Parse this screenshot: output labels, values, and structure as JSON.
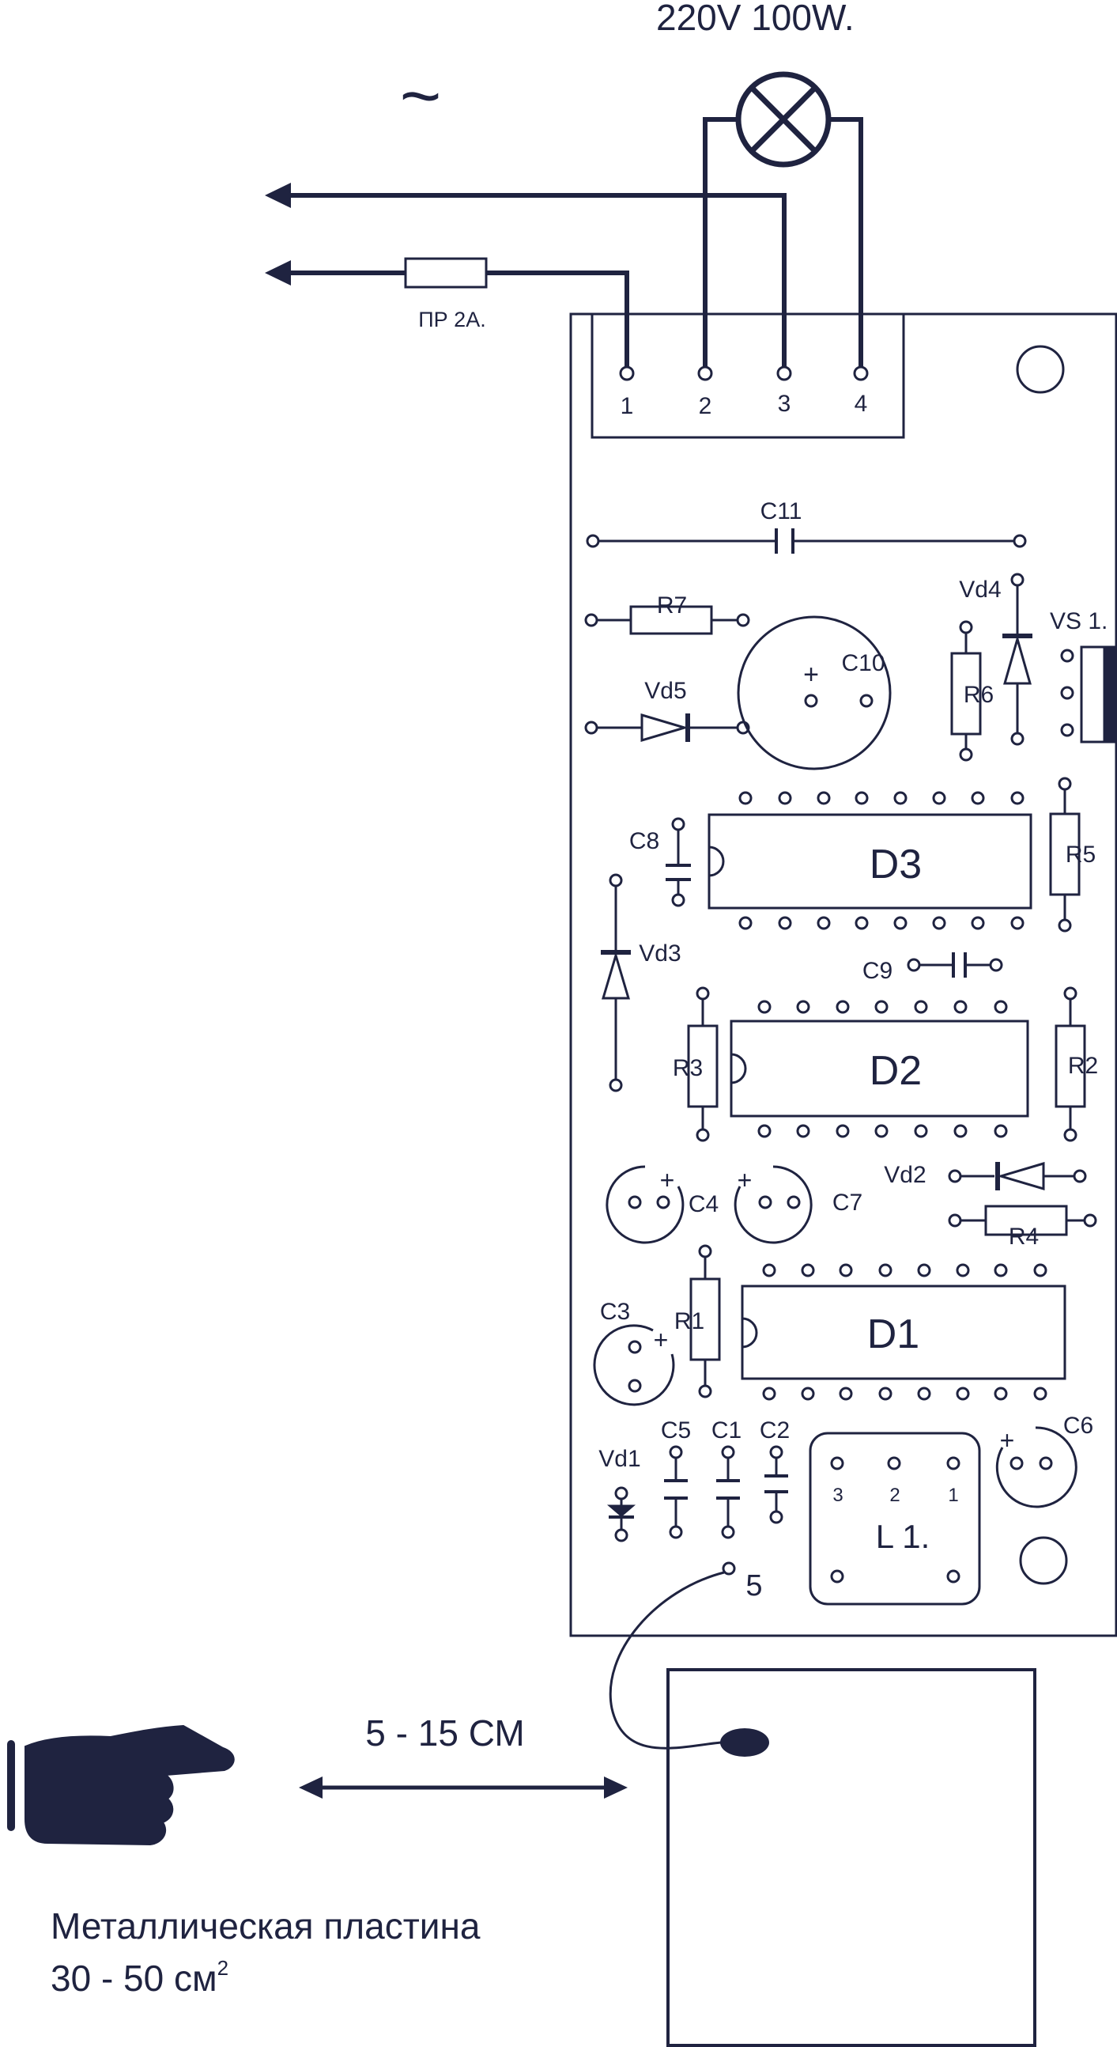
{
  "colors": {
    "ink": "#1f2340",
    "background": "#ffffff"
  },
  "lamp": {
    "rating": "220V  100W.",
    "ac_symbol": "~",
    "icon": "lamp-icon"
  },
  "fuse": {
    "label": "ПР 2А."
  },
  "terminals": [
    "1",
    "2",
    "3",
    "4"
  ],
  "components": {
    "c11": "C11",
    "r7": "R7",
    "vd5": "Vd5",
    "c10": "C10",
    "c10_plus": "+",
    "vd4": "Vd4",
    "r6": "R6",
    "vs1": "VS 1.",
    "c8": "C8",
    "d3": "D3",
    "r5": "R5",
    "vd3": "Vd3",
    "c9": "C9",
    "r3": "R3",
    "d2": "D2",
    "r2": "R2",
    "c4": "C4",
    "c4_plus": "+",
    "c7": "C7",
    "c7_plus": "+",
    "vd2": "Vd2",
    "r4": "R4",
    "c3": "C3",
    "c3_plus": "+",
    "r1": "R1",
    "d1": "D1",
    "vd1": "Vd1",
    "c5": "C5",
    "c1": "C1",
    "c2": "C2",
    "c6": "C6",
    "c6_plus": "+",
    "l1": "L 1.",
    "l1_pin3": "3",
    "l1_pin2": "2",
    "l1_pin1": "1",
    "pin5": "5"
  },
  "distance": {
    "label": "5 - 15 СМ"
  },
  "plate": {
    "line1": "Металлическая  пластина",
    "line2": "30 - 50 см",
    "sup": "2"
  },
  "hand": {
    "icon": "pointing-hand-icon"
  }
}
